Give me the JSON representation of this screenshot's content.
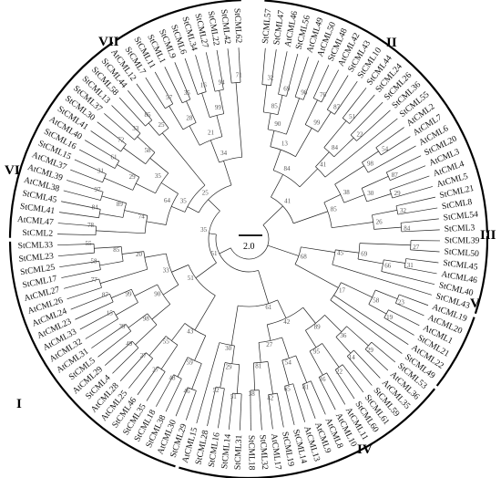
{
  "leaves": [
    "StCML57",
    "StCML47",
    "AtCML46",
    "StCML56",
    "AtCML49",
    "AtCML50",
    "StCML48",
    "AtCML42",
    "StCML43",
    "StCML10",
    "StCML44",
    "StCML24",
    "StCML26",
    "StCML36",
    "StCML55",
    "AtCML2",
    "AtCML7",
    "AtCML6",
    "StCML20",
    "AtCML3",
    "AtCML4",
    "AtCML5",
    "StCML21",
    "StCML8",
    "StCML54",
    "StCML3",
    "StCML39",
    "StCML50",
    "StCML45",
    "AtCML46",
    "StCML40",
    "StCML43",
    "AtCML19",
    "AtCML20",
    "AtCML1",
    "StCML21",
    "AtCML22",
    "StCML49",
    "StCML53",
    "AtCML36",
    "AtCML35",
    "StCML59",
    "StCML61",
    "StCML60",
    "AtCML11",
    "AtCML10",
    "AtCML8",
    "AtCML9",
    "AtCML13",
    "StCML14",
    "StCML19",
    "AtCML17",
    "StCML32",
    "StCML18",
    "StCML31",
    "StCML14",
    "StCML16",
    "StCML28",
    "AtCML15",
    "StCML29",
    "AtCML30",
    "StCML38",
    "StCML18",
    "StCML35",
    "StCML46",
    "AtCML25",
    "AtCML28",
    "StCML4",
    "AtCML29",
    "StCML5",
    "AtCML31",
    "AtCML32",
    "AtCML33",
    "AtCML23",
    "AtCML24",
    "AtCML26",
    "AtCML27",
    "StCML17",
    "StCML25",
    "StCML23",
    "StCML33",
    "StCML2",
    "AtCML47",
    "StCML41",
    "StCML45",
    "AtCML38",
    "AtCML39",
    "AtCML37",
    "StCML15",
    "StCML16",
    "AtCML40",
    "StCML41",
    "StCML30",
    "StCML37",
    "StCML13",
    "StCML58",
    "StCML44",
    "AtCML12",
    "StCML7",
    "StCML11",
    "StCML1",
    "StCML9",
    "StCML6",
    "StCML34",
    "StCML27",
    "StCML22",
    "StCML42",
    "StCML62"
  ],
  "support_values": [
    "32",
    "69",
    "98",
    "76",
    "87",
    "51",
    "22",
    "54",
    "87",
    "29",
    "32",
    "84",
    "27",
    "31",
    "23",
    "19",
    "29",
    "14",
    "22",
    "16",
    "81",
    "65",
    "42",
    "38",
    "51",
    "52",
    "46",
    "48",
    "27",
    "27",
    "49",
    "39",
    "15",
    "87",
    "77",
    "58",
    "55",
    "78",
    "84",
    "97",
    "31",
    "61",
    "72",
    "33",
    "85",
    "57",
    "35",
    "16",
    "94",
    "71",
    "98",
    "66",
    "25",
    "85",
    "99",
    "84",
    "30",
    "26",
    "58",
    "36",
    "95",
    "54",
    "81",
    "29",
    "59",
    "55",
    "98",
    "99",
    "85",
    "89",
    "29",
    "58",
    "28",
    "99",
    "41",
    "69",
    "30",
    "90",
    "45",
    "17",
    "20",
    "74",
    "38",
    "89",
    "27",
    "43",
    "90",
    "35",
    "21",
    "13",
    "34",
    "85",
    "68",
    "33",
    "64",
    "84",
    "42",
    "35",
    "61",
    "51",
    "41",
    "25",
    "35",
    "51",
    "29",
    "7",
    "41",
    "99",
    "51",
    "21",
    "17",
    "32",
    "45"
  ],
  "group_labels": [
    "I",
    "II",
    "III",
    "IV",
    "V",
    "VI",
    "VII"
  ],
  "scale_label": "2.0"
}
